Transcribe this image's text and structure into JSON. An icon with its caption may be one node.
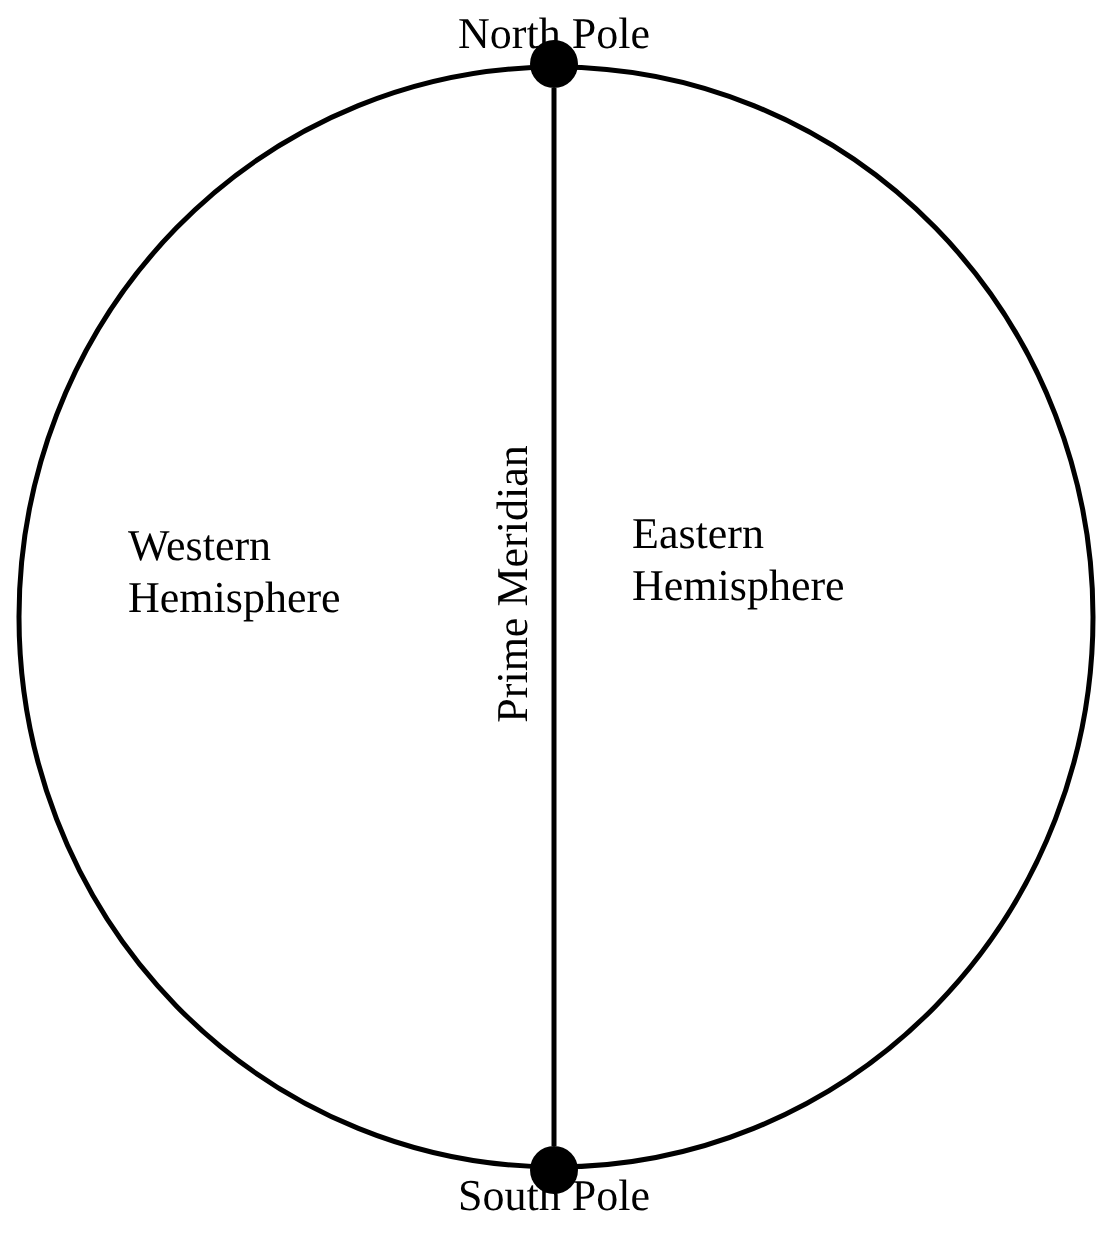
{
  "diagram": {
    "nodes": [
      {
        "text": [
          "North Pole"
        ]
      },
      {
        "text": [
          "South Pole"
        ]
      }
    ],
    "edges": [
      {
        "from": 0,
        "to": 1,
        "arrow": "none",
        "label": "Prime Meridian"
      }
    ],
    "labels": [
      "Western Hemisphere",
      "Eastern Hemisphere"
    ]
  }
}
